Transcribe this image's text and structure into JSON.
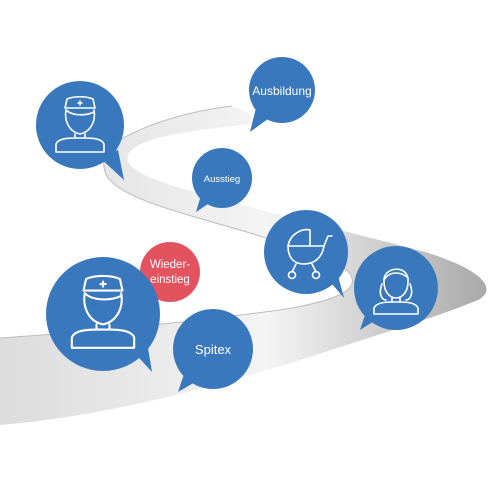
{
  "colors": {
    "bubble_blue": "#3a78bd",
    "bubble_red": "#e2525f",
    "road_light": "#f1f1f1",
    "road_dark": "#b9b9b9"
  },
  "labels": {
    "ausbildung": "Ausbildung",
    "ausstieg": "Ausstieg",
    "wiedereinstieg_line1": "Wieder-",
    "wiedereinstieg_line2": "einstieg",
    "spitex": "Spitex"
  },
  "icons": {
    "nurse_top": "nurse-icon",
    "nurse_bottom": "nurse-icon",
    "baby_carriage": "baby-carriage-icon",
    "woman": "woman-icon"
  }
}
